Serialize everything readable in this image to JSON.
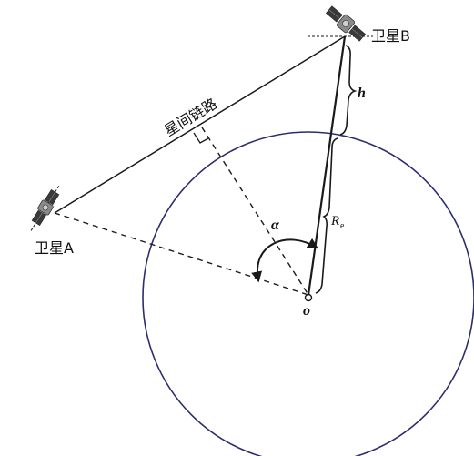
{
  "labels": {
    "satellite_a": "卫星A",
    "satellite_b": "卫星B",
    "intersatellite_link": "星间链路",
    "altitude": "h",
    "earth_radius_symbol": "R",
    "earth_radius_subscript": "e",
    "angle": "α",
    "center": "o"
  },
  "colors": {
    "earth_circle": "#2b2d6e",
    "line": "#1a1a1a",
    "satellite_body": "#8a8a8a",
    "solar_panel": "#3a3a3a"
  },
  "icons": {
    "satellite_a": "satellite-icon",
    "satellite_b": "satellite-icon"
  }
}
